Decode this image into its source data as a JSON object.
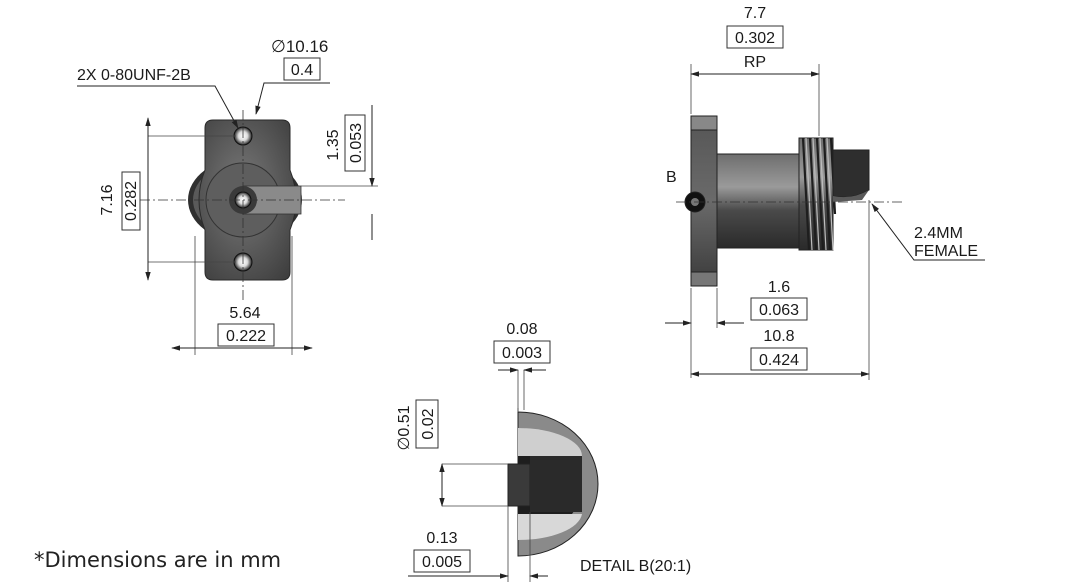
{
  "note": "*Dimensions are in mm",
  "front_view": {
    "thread_callout": "2X 0-80UNF-2B",
    "diameter_mm": "10.16",
    "diameter_in": "0.4",
    "offset_mm": "1.35",
    "offset_in": "0.053",
    "height_mm": "7.16",
    "height_in": "0.282",
    "width_mm": "5.64",
    "width_in": "0.222"
  },
  "side_view": {
    "length_mm": "7.7",
    "length_in": "0.302",
    "ref_label": "RP",
    "detail_marker": "B",
    "connector_line1": "2.4MM",
    "connector_line2": "FEMALE",
    "flange_mm": "1.6",
    "flange_in": "0.063",
    "total_mm": "10.8",
    "total_in": "0.424"
  },
  "detail_view": {
    "pin_gap_mm": "0.08",
    "pin_gap_in": "0.003",
    "pin_dia_mm": "0.51",
    "pin_dia_in": "0.02",
    "tip_mm": "0.13",
    "tip_in": "0.005",
    "label": "DETAIL B(20:1)"
  },
  "colors": {
    "ink": "#1a1a1a",
    "metal_dark": "#3a3a3a",
    "metal_light": "#bdbdbd",
    "line": "#222222"
  }
}
